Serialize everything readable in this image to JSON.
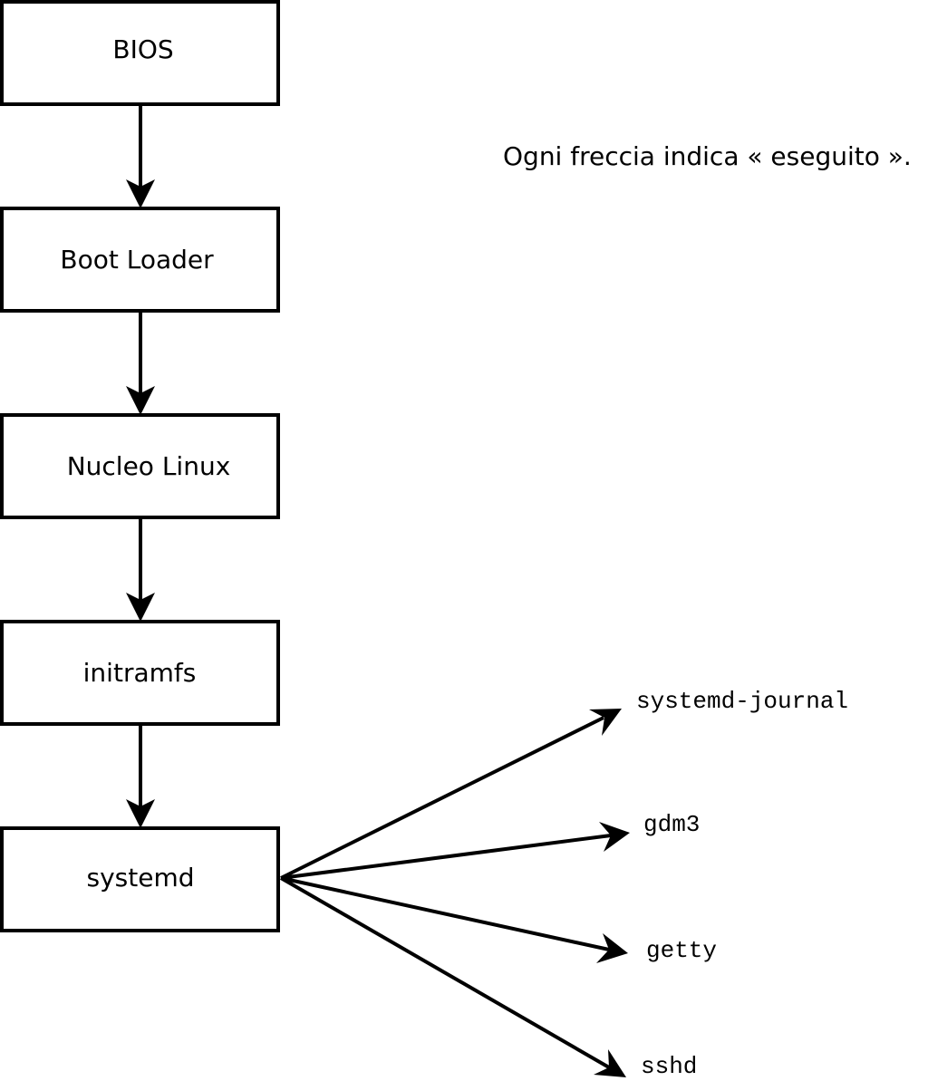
{
  "boot_chain": [
    {
      "id": "bios",
      "label": "BIOS"
    },
    {
      "id": "boot-loader",
      "label": "Boot Loader"
    },
    {
      "id": "linux-kernel",
      "label": "Nucleo Linux"
    },
    {
      "id": "initramfs",
      "label": "initramfs"
    },
    {
      "id": "systemd",
      "label": "systemd"
    }
  ],
  "services": [
    {
      "id": "systemd-journal",
      "label": "systemd-journal"
    },
    {
      "id": "gdm3",
      "label": "gdm3"
    },
    {
      "id": "getty",
      "label": "getty"
    },
    {
      "id": "sshd",
      "label": "sshd"
    }
  ],
  "note": "Ogni freccia indica « eseguito »."
}
